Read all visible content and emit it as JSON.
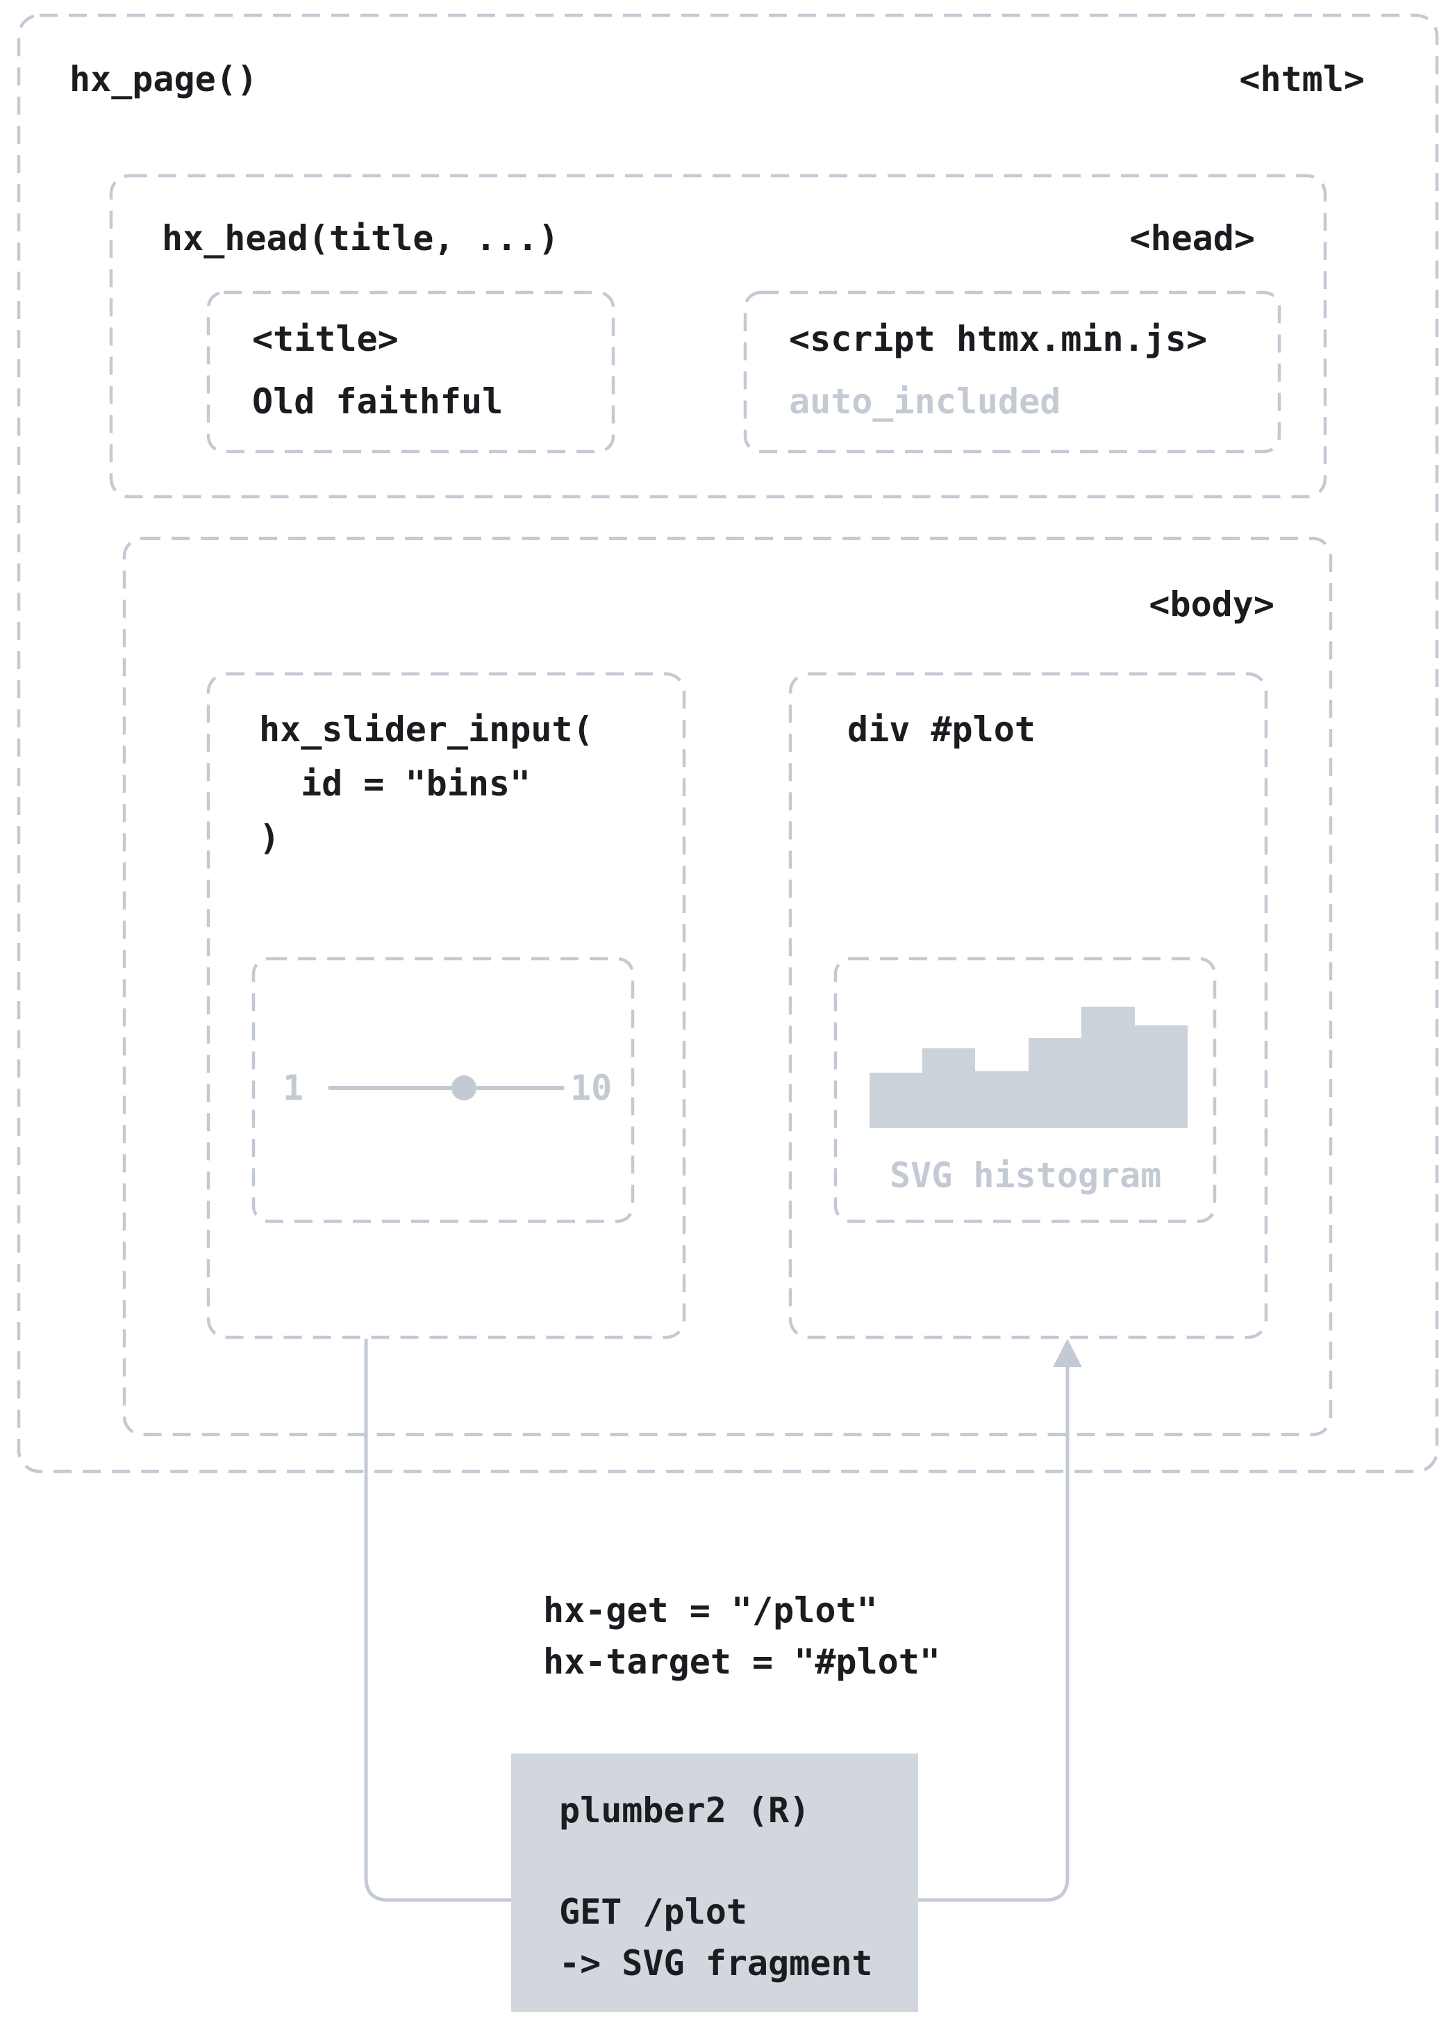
{
  "page": {
    "fn": "hx_page()",
    "tag": "<html>"
  },
  "head": {
    "fn": "hx_head(title, ...)",
    "tag": "<head>",
    "title": {
      "tag": "<title>",
      "value": "Old faithful"
    },
    "script": {
      "tag": "<script htmx.min.js>",
      "note": "auto_included"
    }
  },
  "body": {
    "tag": "<body>",
    "slider": {
      "code_line1": "hx_slider_input(",
      "code_line2": "id = \"bins\"",
      "code_line3": ")",
      "min": "1",
      "max": "10"
    },
    "plot": {
      "label": "div #plot",
      "caption": "SVG histogram"
    }
  },
  "request": {
    "hx_get": "hx-get = \"/plot\"",
    "hx_target": "hx-target = \"#plot\""
  },
  "server": {
    "title": "plumber2 (R)",
    "line1": "GET /plot",
    "line2": "-> SVG fragment"
  },
  "colors": {
    "dashed_border": "#c3cad4",
    "muted_text": "#c3cad4",
    "text": "#1a1c20",
    "server_bg": "#d2d7dd",
    "histogram_fill": "#ccd2da"
  }
}
